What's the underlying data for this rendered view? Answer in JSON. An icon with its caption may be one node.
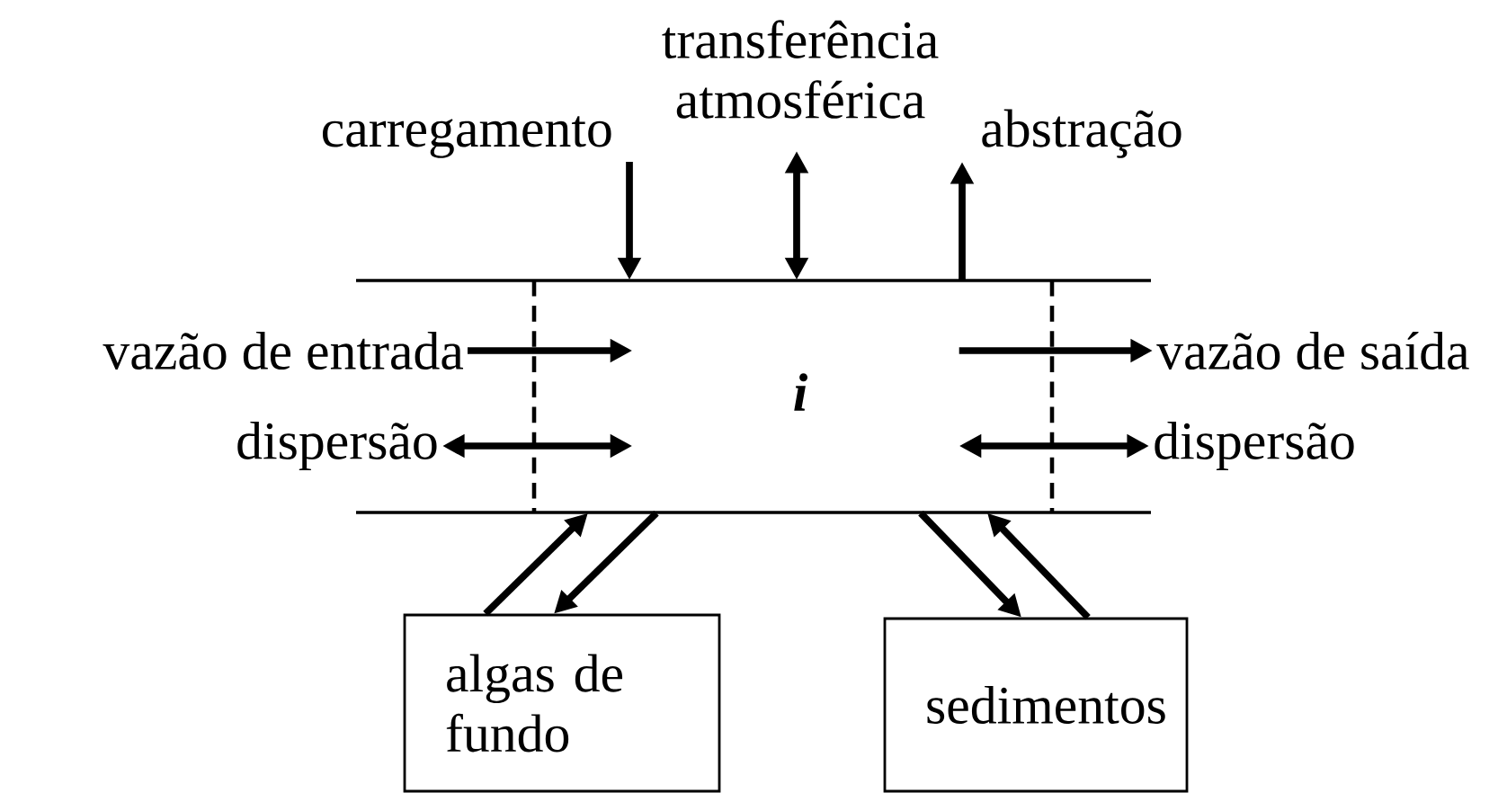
{
  "diagram": {
    "nodes": [
      {
        "text": [
          "carregamento"
        ]
      },
      {
        "text": [
          "transferência atmosférica"
        ]
      },
      {
        "text": [
          "abstração"
        ]
      },
      {
        "text": [
          "vazão de entrada"
        ]
      },
      {
        "text": [
          "dispersão"
        ]
      },
      {
        "text": [
          "i"
        ]
      },
      {
        "text": [
          "vazão de saída"
        ]
      },
      {
        "text": [
          "dispersão"
        ]
      },
      {
        "text": [
          "algas de fundo"
        ]
      },
      {
        "text": [
          "sedimentos"
        ]
      }
    ],
    "edges": [
      {
        "from": 0,
        "to": 5,
        "arrow": "to"
      },
      {
        "from": 1,
        "to": 5,
        "arrow": "both"
      },
      {
        "from": 5,
        "to": 2,
        "arrow": "to"
      },
      {
        "from": 3,
        "to": 5,
        "arrow": "to"
      },
      {
        "from": 4,
        "to": 5,
        "arrow": "both"
      },
      {
        "from": 5,
        "to": 6,
        "arrow": "to"
      },
      {
        "from": 5,
        "to": 7,
        "arrow": "both"
      },
      {
        "from": 8,
        "to": 5,
        "arrow": "to"
      },
      {
        "from": 5,
        "to": 8,
        "arrow": "to"
      },
      {
        "from": 5,
        "to": 9,
        "arrow": "to"
      },
      {
        "from": 9,
        "to": 5,
        "arrow": "to"
      }
    ]
  }
}
